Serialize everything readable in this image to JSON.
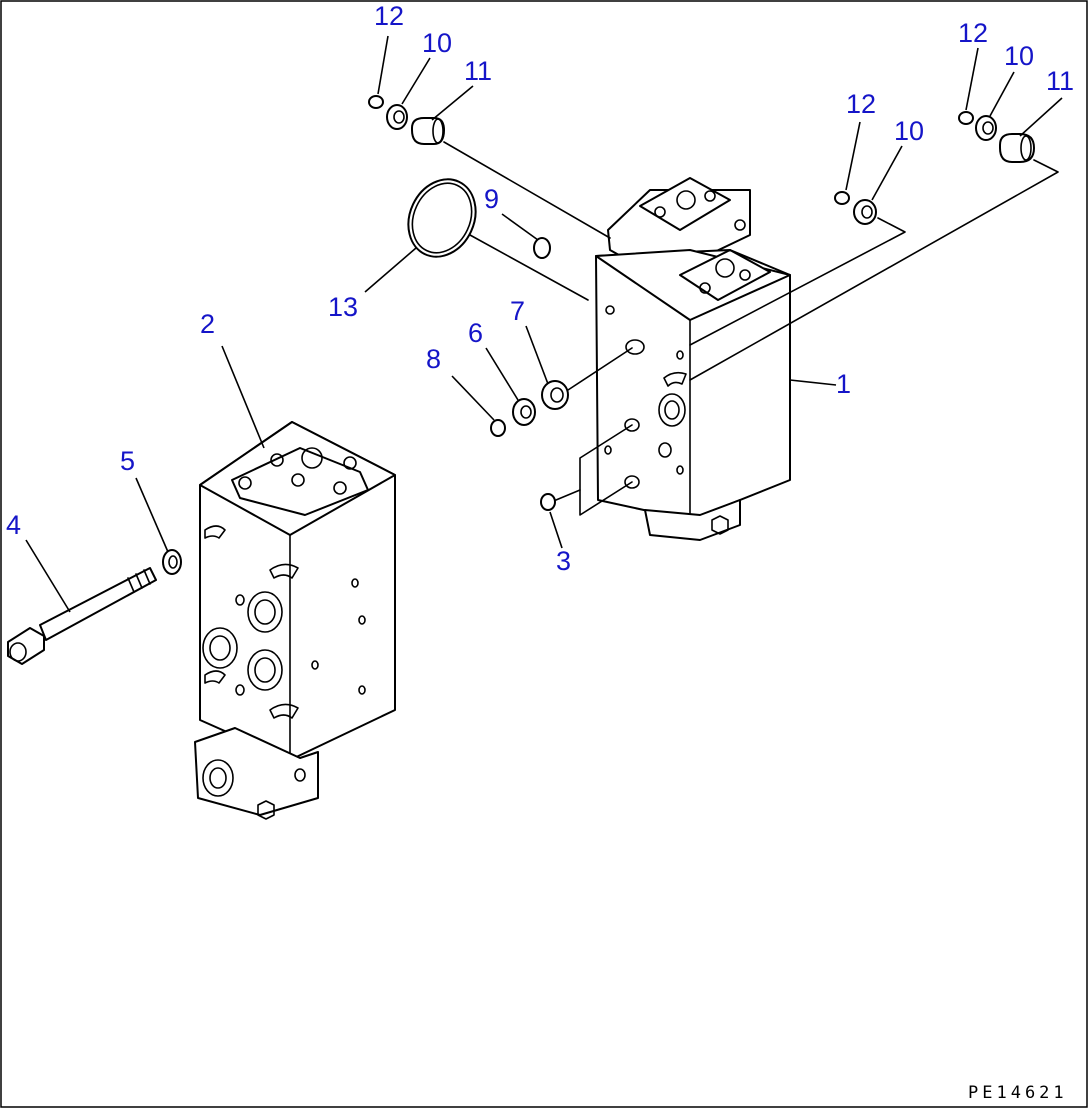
{
  "diagram": {
    "drawing_code": "PE14621",
    "colors": {
      "callout": "#1515c8",
      "line": "#000000",
      "background": "#ffffff"
    },
    "callouts": [
      {
        "id": "c-12a",
        "label": "12"
      },
      {
        "id": "c-10a",
        "label": "10"
      },
      {
        "id": "c-11a",
        "label": "11"
      },
      {
        "id": "c-12b",
        "label": "12"
      },
      {
        "id": "c-10b",
        "label": "10"
      },
      {
        "id": "c-11b",
        "label": "11"
      },
      {
        "id": "c-12c",
        "label": "12"
      },
      {
        "id": "c-10c",
        "label": "10"
      },
      {
        "id": "c-9",
        "label": "9"
      },
      {
        "id": "c-13",
        "label": "13"
      },
      {
        "id": "c-2",
        "label": "2"
      },
      {
        "id": "c-8",
        "label": "8"
      },
      {
        "id": "c-6",
        "label": "6"
      },
      {
        "id": "c-7",
        "label": "7"
      },
      {
        "id": "c-1",
        "label": "1"
      },
      {
        "id": "c-5",
        "label": "5"
      },
      {
        "id": "c-4",
        "label": "4"
      },
      {
        "id": "c-3",
        "label": "3"
      }
    ]
  }
}
